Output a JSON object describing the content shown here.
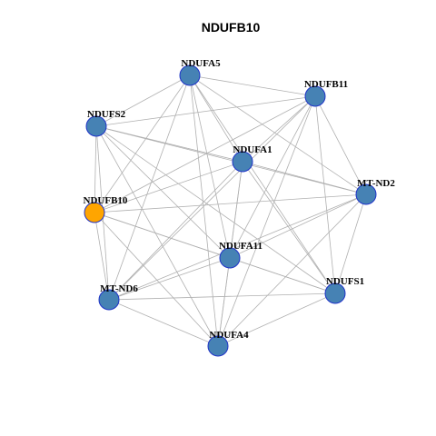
{
  "title": "NDUFB10",
  "colors": {
    "background": "#ffffff",
    "edge": "#b0b0b0",
    "node_default": "#4682b4",
    "node_stroke": "#1f33c8",
    "node_highlight": "#ffa500"
  },
  "graph": {
    "highlight_node": "NDUFB10",
    "nodes": [
      {
        "id": "NDUFA5",
        "label": "NDUFA5"
      },
      {
        "id": "NDUFB11",
        "label": "NDUFB11"
      },
      {
        "id": "NDUFS2",
        "label": "NDUFS2"
      },
      {
        "id": "NDUFA1",
        "label": "NDUFA1"
      },
      {
        "id": "MT-ND2",
        "label": "MT-ND2"
      },
      {
        "id": "NDUFB10",
        "label": "NDUFB10"
      },
      {
        "id": "NDUFA11",
        "label": "NDUFA11"
      },
      {
        "id": "NDUFS1",
        "label": "NDUFS1"
      },
      {
        "id": "MT-ND6",
        "label": "MT-ND6"
      },
      {
        "id": "NDUFA4",
        "label": "NDUFA4"
      }
    ],
    "edges": [
      [
        "NDUFA5",
        "NDUFB11"
      ],
      [
        "NDUFA5",
        "NDUFS2"
      ],
      [
        "NDUFA5",
        "NDUFA1"
      ],
      [
        "NDUFA5",
        "MT-ND2"
      ],
      [
        "NDUFA5",
        "NDUFB10"
      ],
      [
        "NDUFA5",
        "NDUFA11"
      ],
      [
        "NDUFA5",
        "NDUFS1"
      ],
      [
        "NDUFA5",
        "MT-ND6"
      ],
      [
        "NDUFA5",
        "NDUFA4"
      ],
      [
        "NDUFB11",
        "NDUFS2"
      ],
      [
        "NDUFB11",
        "NDUFA1"
      ],
      [
        "NDUFB11",
        "MT-ND2"
      ],
      [
        "NDUFB11",
        "NDUFB10"
      ],
      [
        "NDUFB11",
        "NDUFA11"
      ],
      [
        "NDUFB11",
        "NDUFS1"
      ],
      [
        "NDUFB11",
        "MT-ND6"
      ],
      [
        "NDUFB11",
        "NDUFA4"
      ],
      [
        "NDUFS2",
        "NDUFA1"
      ],
      [
        "NDUFS2",
        "MT-ND2"
      ],
      [
        "NDUFS2",
        "NDUFB10"
      ],
      [
        "NDUFS2",
        "NDUFA11"
      ],
      [
        "NDUFS2",
        "NDUFS1"
      ],
      [
        "NDUFS2",
        "MT-ND6"
      ],
      [
        "NDUFS2",
        "NDUFA4"
      ],
      [
        "NDUFA1",
        "MT-ND2"
      ],
      [
        "NDUFA1",
        "NDUFB10"
      ],
      [
        "NDUFA1",
        "NDUFA11"
      ],
      [
        "NDUFA1",
        "NDUFS1"
      ],
      [
        "NDUFA1",
        "MT-ND6"
      ],
      [
        "NDUFA1",
        "NDUFA4"
      ],
      [
        "MT-ND2",
        "NDUFB10"
      ],
      [
        "MT-ND2",
        "NDUFA11"
      ],
      [
        "MT-ND2",
        "NDUFS1"
      ],
      [
        "MT-ND2",
        "MT-ND6"
      ],
      [
        "MT-ND2",
        "NDUFA4"
      ],
      [
        "NDUFB10",
        "NDUFA11"
      ],
      [
        "NDUFB10",
        "NDUFS1"
      ],
      [
        "NDUFB10",
        "MT-ND6"
      ],
      [
        "NDUFB10",
        "NDUFA4"
      ],
      [
        "NDUFA11",
        "NDUFS1"
      ],
      [
        "NDUFA11",
        "MT-ND6"
      ],
      [
        "NDUFA11",
        "NDUFA4"
      ],
      [
        "NDUFS1",
        "MT-ND6"
      ],
      [
        "NDUFS1",
        "NDUFA4"
      ],
      [
        "MT-ND6",
        "NDUFA4"
      ]
    ]
  }
}
